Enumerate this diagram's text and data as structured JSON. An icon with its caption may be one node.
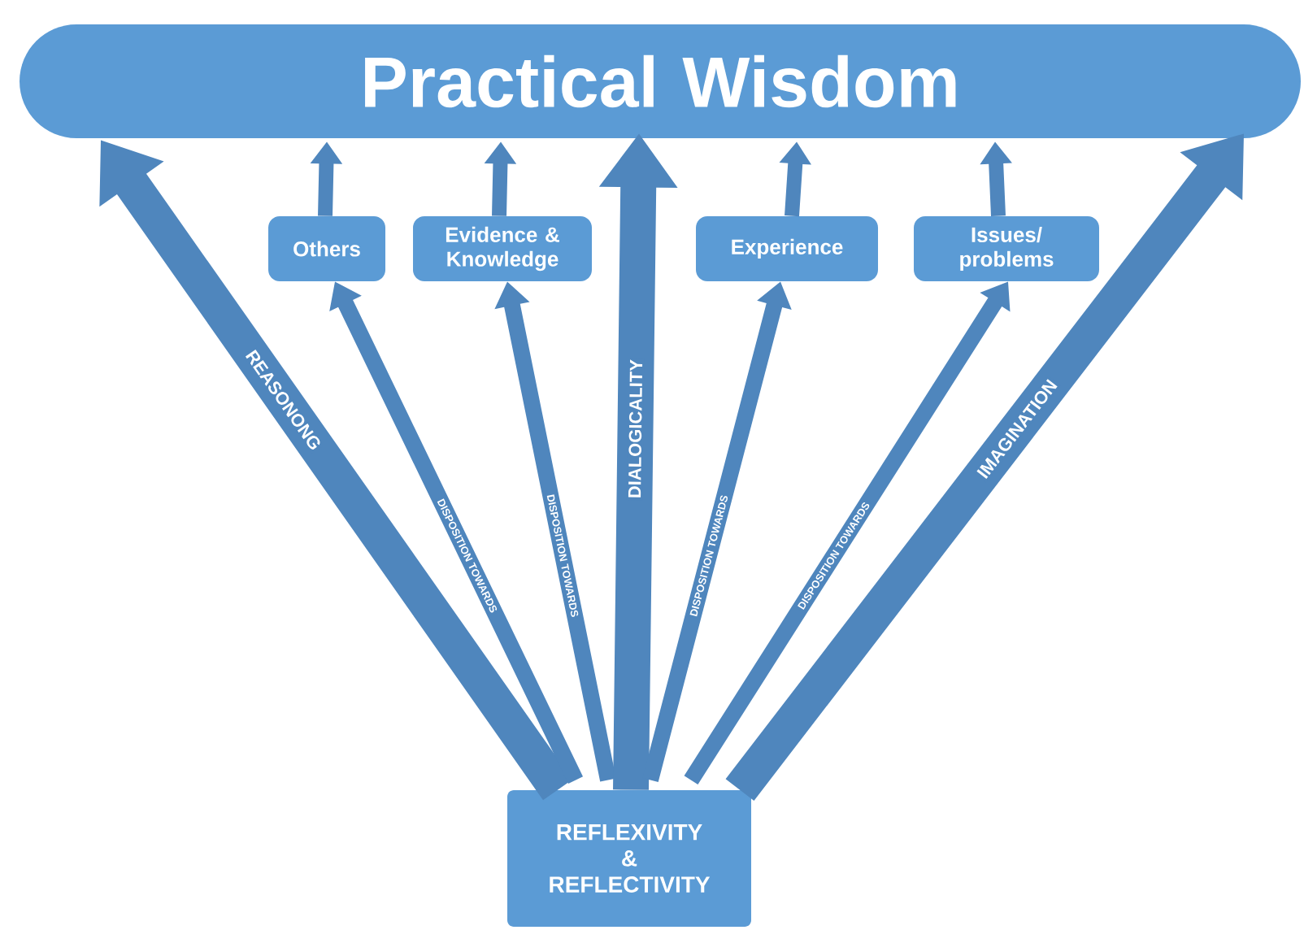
{
  "diagram": {
    "nodes": [
      {
        "text": [
          "Practical Wisdom"
        ]
      },
      {
        "text": [
          "Others"
        ]
      },
      {
        "text": [
          "Evidence & Knowledge"
        ]
      },
      {
        "text": [
          "Experience"
        ]
      },
      {
        "text": [
          "Issues/ problems"
        ]
      },
      {
        "text": [
          "REFLEXIVITY & REFLECTIVITY"
        ]
      }
    ],
    "edges": [
      {
        "from": 5,
        "to": 0,
        "arrow": "to",
        "label": "REASONONG",
        "style": "thick"
      },
      {
        "from": 5,
        "to": 1,
        "arrow": "to",
        "label": "DISPOSITION TOWARDS"
      },
      {
        "from": 5,
        "to": 2,
        "arrow": "to",
        "label": "DISPOSITION TOWARDS"
      },
      {
        "from": 5,
        "to": 0,
        "arrow": "to",
        "label": "DIALOGICALITY",
        "style": "thick"
      },
      {
        "from": 5,
        "to": 3,
        "arrow": "to",
        "label": "DISPOSITION TOWARDS"
      },
      {
        "from": 5,
        "to": 4,
        "arrow": "to",
        "label": "DISPOSITION TOWARDS"
      },
      {
        "from": 5,
        "to": 0,
        "arrow": "to",
        "label": "IMAGINATION",
        "style": "thick"
      },
      {
        "from": 1,
        "to": 0,
        "arrow": "to"
      },
      {
        "from": 2,
        "to": 0,
        "arrow": "to"
      },
      {
        "from": 3,
        "to": 0,
        "arrow": "to"
      },
      {
        "from": 4,
        "to": 0,
        "arrow": "to"
      }
    ]
  }
}
